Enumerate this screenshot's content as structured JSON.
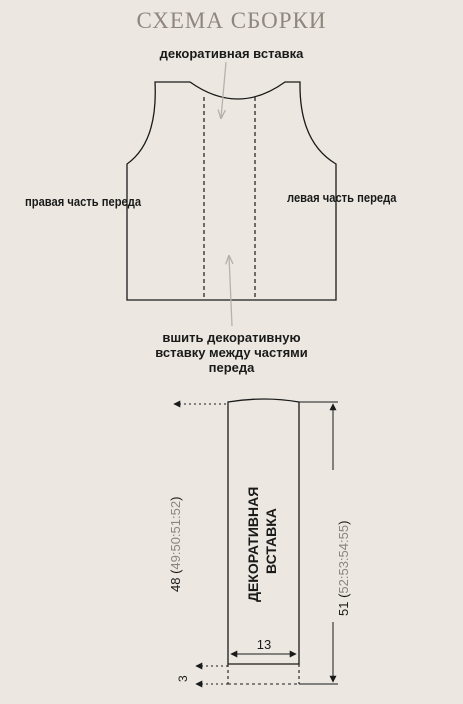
{
  "title": "СХЕМА СБОРКИ",
  "labels": {
    "decor_insert_top": "декоративная вставка",
    "right_front": "правая часть переда",
    "left_front": "левая часть переда",
    "sew_line1": "вшить декоративную",
    "sew_line2": "вставку между частями",
    "sew_line3": "переда"
  },
  "insert": {
    "title_line1": "ДЕКОРАТИВНАЯ",
    "title_line2": "ВСТАВКА",
    "width": "13",
    "hem": "3",
    "height_inner_prefix": "48 (",
    "height_inner_sizes": "49:50:51:52",
    "height_inner_suffix": ")",
    "height_total_prefix": "51 (",
    "height_total_sizes": "52:53:54:55",
    "height_total_suffix": ")"
  },
  "colors": {
    "background": "#ece8e1",
    "title": "#8f867d",
    "line": "#1a1a1a",
    "sizes_highlight": "#8a8580",
    "pointer_arrow": "#b5b1ac"
  }
}
